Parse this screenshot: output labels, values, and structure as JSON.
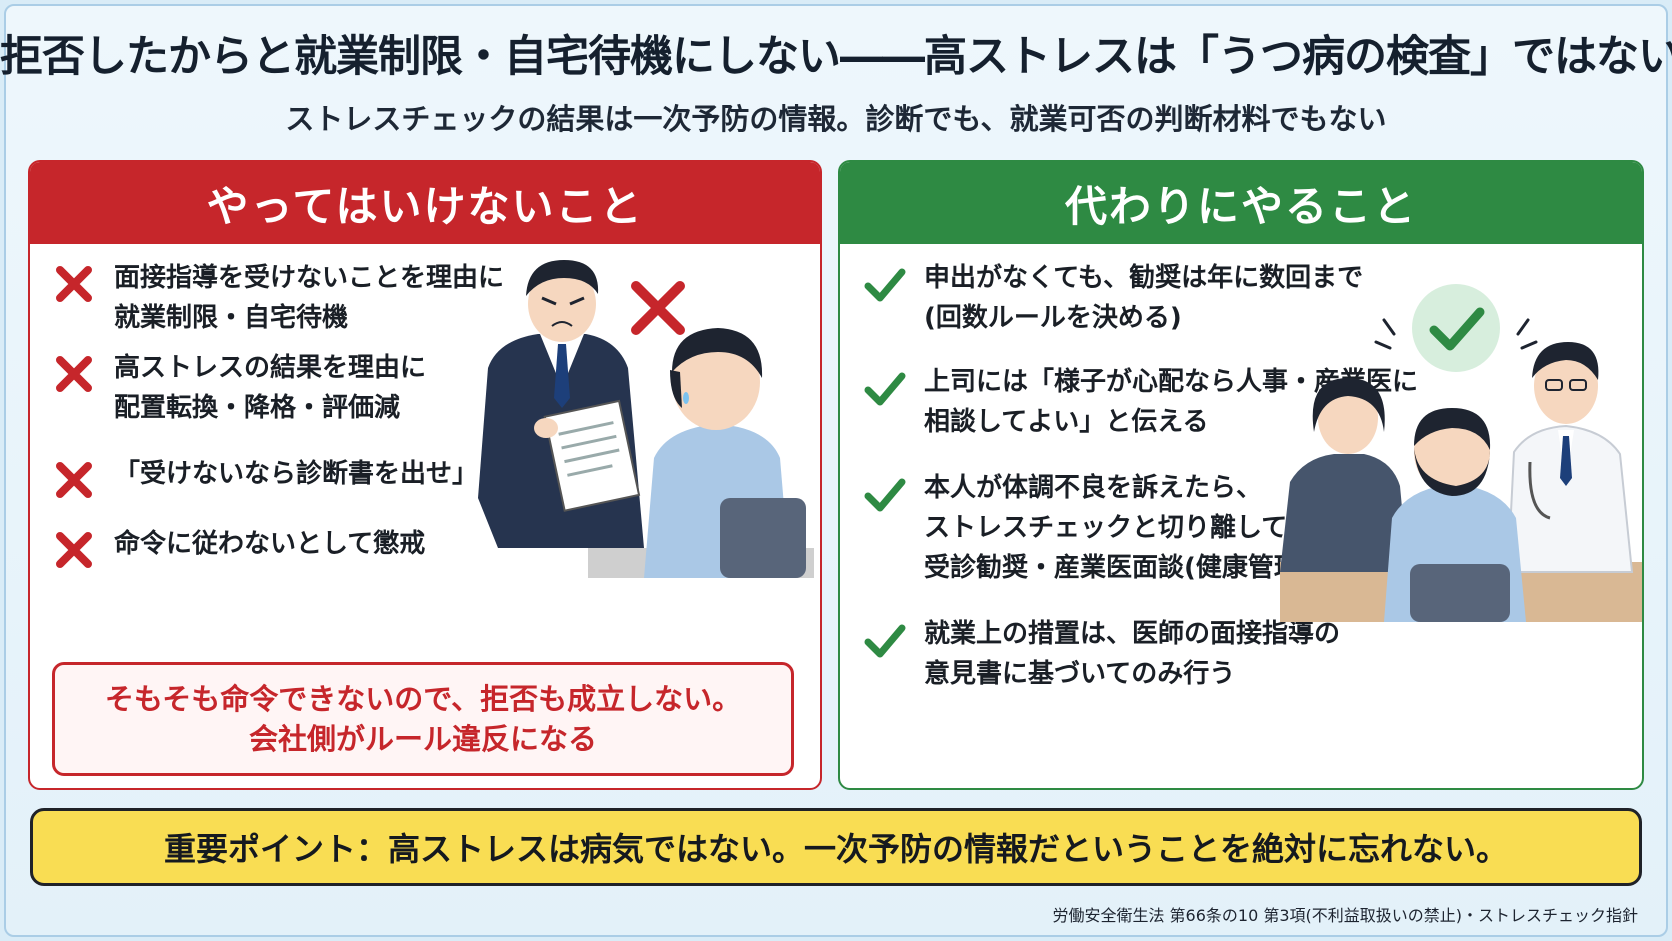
{
  "title": "拒否したからと就業制限・自宅待機にしない――高ストレスは「うつ病の検査」ではない",
  "subtitle": "ストレスチェックの結果は一次予防の情報。診断でも、就業可否の判断材料でもない",
  "dont": {
    "heading": "やってはいけないこと",
    "items": [
      "面接指導を受けないことを理由に\n就業制限・自宅待機",
      "高ストレスの結果を理由に\n配置転換・降格・評価減",
      "「受けないなら診断書を出せ」と迫る",
      "命令に従わないとして懲戒"
    ],
    "conclusion_line1": "そもそも命令できないので、拒否も成立しない。",
    "conclusion_line2": "会社側がルール違反になる"
  },
  "do": {
    "heading": "代わりにやること",
    "items": [
      "申出がなくても、勧奨は年に数回まで\n(回数ルールを決める)",
      "上司には「様子が心配なら人事・産業医に\n相談してよい」と伝える",
      "本人が体調不良を訴えたら、\nストレスチェックと切り離して\n受診勧奨・産業医面談(健康管理として)",
      "就業上の措置は、医師の面接指導の\n意見書に基づいてのみ行う"
    ]
  },
  "banner": "重要ポイント：高ストレスは病気ではない。一次予防の情報だということを絶対に忘れない。",
  "footnote": "労働安全衛生法 第66条の10 第3項(不利益取扱いの禁止)・ストレスチェック指針",
  "colors": {
    "red": "#c6262b",
    "green": "#2e8a43",
    "banner_yellow": "#f9dd53"
  },
  "icons": {
    "dont_mark": "cross-icon",
    "do_mark": "check-icon"
  }
}
